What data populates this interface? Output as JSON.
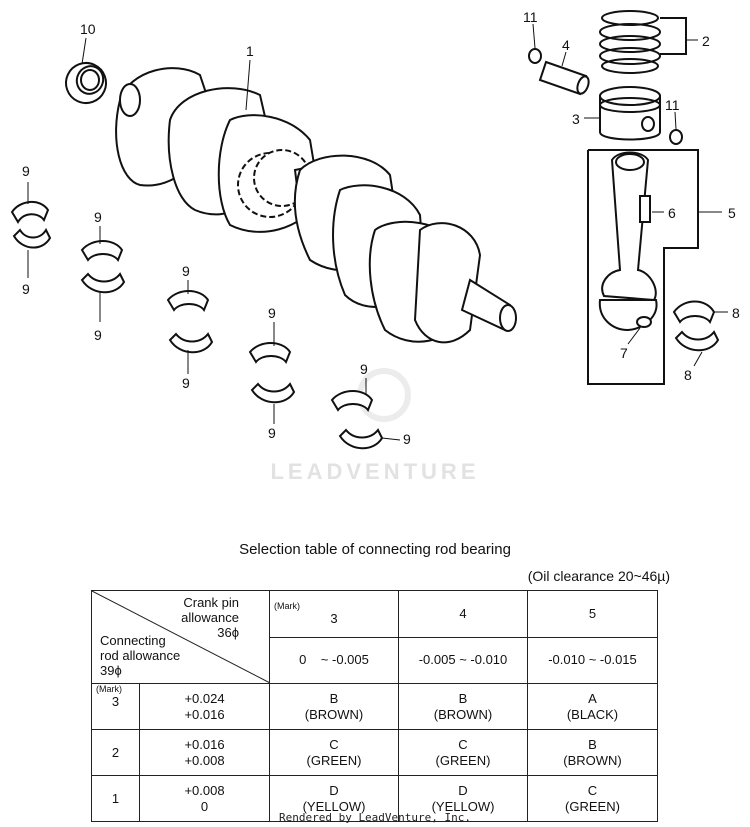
{
  "diagram": {
    "callouts": {
      "c1": "1",
      "c2": "2",
      "c3": "3",
      "c4": "4",
      "c5": "5",
      "c6": "6",
      "c7": "7",
      "c8a": "8",
      "c8b": "8",
      "c9": [
        "9",
        "9",
        "9",
        "9",
        "9",
        "9",
        "9",
        "9",
        "9",
        "9"
      ],
      "c10": "10",
      "c11a": "11",
      "c11b": "11"
    },
    "watermark": "LEADVENTURE"
  },
  "table": {
    "title": "Selection table of connecting rod bearing",
    "oil_clearance": "(Oil clearance 20~46µ)",
    "header": {
      "crank_line1": "Crank pin",
      "crank_line2": "allowance",
      "crank_line3": "36ϕ",
      "conn_line1": "Connecting",
      "conn_line2": "rod allowance",
      "conn_line3": "39ϕ",
      "mark_label": "(Mark)"
    },
    "columns": [
      {
        "mark": "3",
        "range": "0    ~ -0.005"
      },
      {
        "mark": "4",
        "range": "-0.005 ~ -0.010"
      },
      {
        "mark": "5",
        "range": "-0.010 ~ -0.015"
      }
    ],
    "rows": [
      {
        "mark_label": "(Mark)",
        "mark": "3",
        "range_top": "+0.024",
        "range_bottom": "+0.016",
        "cells": [
          {
            "letter": "B",
            "color": "(BROWN)"
          },
          {
            "letter": "B",
            "color": "(BROWN)"
          },
          {
            "letter": "A",
            "color": "(BLACK)"
          }
        ]
      },
      {
        "mark": "2",
        "range_top": "+0.016",
        "range_bottom": "+0.008",
        "cells": [
          {
            "letter": "C",
            "color": "(GREEN)"
          },
          {
            "letter": "C",
            "color": "(GREEN)"
          },
          {
            "letter": "B",
            "color": "(BROWN)"
          }
        ]
      },
      {
        "mark": "1",
        "range_top": "+0.008",
        "range_bottom": "0",
        "cells": [
          {
            "letter": "D",
            "color": "(YELLOW)"
          },
          {
            "letter": "D",
            "color": "(YELLOW)"
          },
          {
            "letter": "C",
            "color": "(GREEN)"
          }
        ]
      }
    ]
  },
  "footer": "Rendered by LeadVenture, Inc."
}
